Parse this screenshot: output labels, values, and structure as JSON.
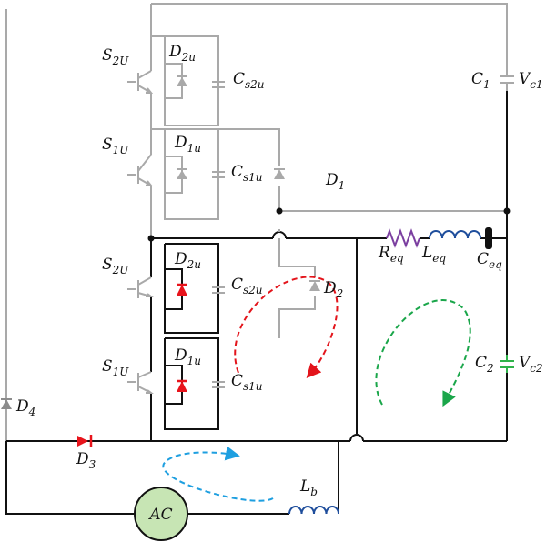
{
  "labels": {
    "s2u_top": {
      "main": "S",
      "sub": "2U"
    },
    "d2u_top": {
      "main": "D",
      "sub": "2u"
    },
    "cs2u_top": {
      "main": "C",
      "sub": "s2u"
    },
    "s1u_top": {
      "main": "S",
      "sub": "1U"
    },
    "d1u_top": {
      "main": "D",
      "sub": "1u"
    },
    "cs1u_top": {
      "main": "C",
      "sub": "s1u"
    },
    "d1": {
      "main": "D",
      "sub": "1"
    },
    "c1": {
      "main": "C",
      "sub": "1"
    },
    "vc1": {
      "main": "V",
      "sub": "c1"
    },
    "req": {
      "main": "R",
      "sub": "eq"
    },
    "leq": {
      "main": "L",
      "sub": "eq"
    },
    "ceq": {
      "main": "C",
      "sub": "eq"
    },
    "s2u_bot": {
      "main": "S",
      "sub": "2U"
    },
    "d2u_bot": {
      "main": "D",
      "sub": "2u"
    },
    "cs2u_bot": {
      "main": "C",
      "sub": "s2u"
    },
    "d2": {
      "main": "D",
      "sub": "2"
    },
    "s1u_bot": {
      "main": "S",
      "sub": "1U"
    },
    "d1u_bot": {
      "main": "D",
      "sub": "1u"
    },
    "cs1u_bot": {
      "main": "C",
      "sub": "s1u"
    },
    "c2": {
      "main": "C",
      "sub": "2"
    },
    "vc2": {
      "main": "V",
      "sub": "c2"
    },
    "d4": {
      "main": "D",
      "sub": "4"
    },
    "d3": {
      "main": "D",
      "sub": "3"
    },
    "lb": {
      "main": "L",
      "sub": "b"
    },
    "ac": "AC"
  },
  "colors": {
    "inactive": "#a9a9a9",
    "active": "#111111",
    "conducting_diode": "#e8141c",
    "red_path": "#e3141b",
    "green_path": "#1aa64a",
    "blue_path": "#1e9fe0",
    "resistor": "#7b3fa0",
    "inductor_eq": "#1f4e9c",
    "ac_source_fill": "#c7e5b4",
    "c2": "#2fb34a"
  }
}
